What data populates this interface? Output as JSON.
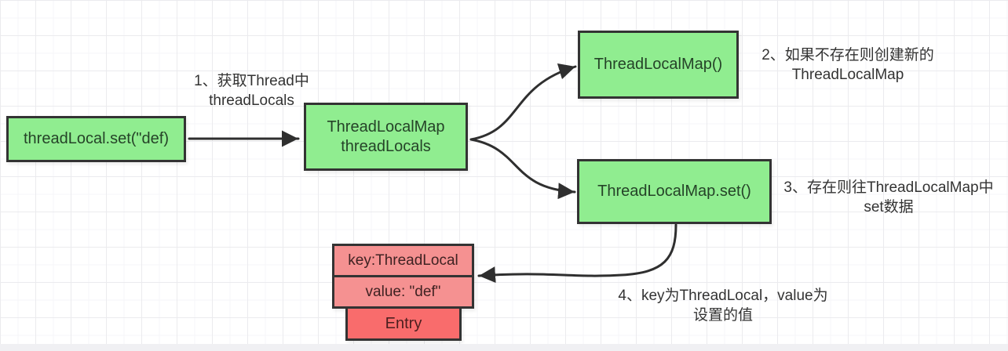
{
  "nodes": {
    "set_call": {
      "label": "threadLocal.set(\"def)"
    },
    "map": {
      "line1": "ThreadLocalMap",
      "line2": "threadLocals"
    },
    "map_new": {
      "label": "ThreadLocalMap()"
    },
    "map_set": {
      "label": "ThreadLocalMap.set()"
    },
    "entry_key": {
      "label": "key:ThreadLocal"
    },
    "entry_value": {
      "label": "value: \"def\""
    },
    "entry": {
      "label": "Entry"
    }
  },
  "annotations": {
    "step1": {
      "line1": "1、获取Thread中",
      "line2": "threadLocals"
    },
    "step2": {
      "line1": "2、如果不存在则创建新的",
      "line2": "ThreadLocalMap"
    },
    "step3": {
      "line1": "3、存在则往ThreadLocalMap中",
      "line2": "set数据"
    },
    "step4": {
      "line1": "4、key为ThreadLocal，value为",
      "line2": "设置的值"
    }
  },
  "colors": {
    "node_green": "#90ed90",
    "node_pink": "#f59191",
    "node_red": "#f96c6c",
    "node_border": "#333333",
    "arrow": "#2f2f2f",
    "annotation_text": "#333333",
    "grid_line": "#ebebee"
  }
}
